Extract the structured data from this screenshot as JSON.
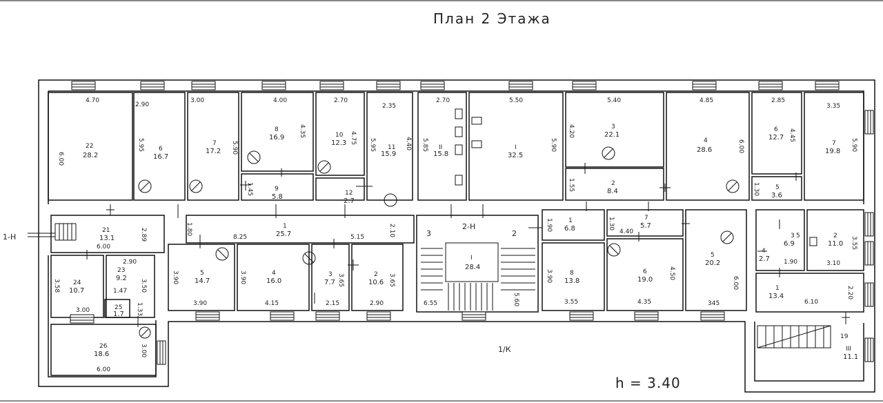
{
  "title": "План 2 Этажа",
  "height_label": "h = 3.40",
  "exits": {
    "left": "1-Н",
    "corridor": "1/К",
    "stair_left_mark": "3",
    "stair_right_mark": "2",
    "stair_top_mark": "2-Н"
  },
  "rooms": {
    "r22": {
      "num": "22",
      "area": "28.2",
      "dim_top": "4.70",
      "dim_side": "6.00"
    },
    "r6a": {
      "num": "6",
      "area": "16.7",
      "dim_top": "2.90",
      "dim_side": "5.95"
    },
    "r7a": {
      "num": "7",
      "area": "17.2",
      "dim_top": "3.00",
      "dim_side": "5.90"
    },
    "r8a": {
      "num": "8",
      "area": "16.9",
      "dim_top": "4.00",
      "dim_side": "4.35"
    },
    "r10a": {
      "num": "10",
      "area": "12.3",
      "dim_top": "2.70",
      "dim_side": "4.75"
    },
    "r11a": {
      "num": "11",
      "area": "15.9",
      "dim_top": "2.35",
      "dim_side": "5.95",
      "dim_side2": "4.40"
    },
    "r9a": {
      "num": "9",
      "area": "5.8",
      "dim_side": "1.45"
    },
    "r12": {
      "num": "12",
      "area": "2.7"
    },
    "rII": {
      "num": "II",
      "area": "15.8",
      "dim_top": "2.70",
      "dim_side": "5.85"
    },
    "rI": {
      "num": "I",
      "area": "32.5",
      "dim_top": "5.50",
      "dim_side": "5.90"
    },
    "r3b": {
      "num": "3",
      "area": "22.1",
      "dim_top": "5.40",
      "dim_side": "4.20"
    },
    "r2b": {
      "num": "2",
      "area": "8.4",
      "dim_side": "1.55"
    },
    "r4b": {
      "num": "4",
      "area": "28.6",
      "dim_top": "4.85",
      "dim_side": "6.00"
    },
    "r6b": {
      "num": "6",
      "area": "12.7",
      "dim_top": "2.85",
      "dim_side": "4.45"
    },
    "r5b": {
      "num": "5",
      "area": "3.6",
      "dim_side": "1.30"
    },
    "r7b": {
      "num": "7",
      "area": "19.8",
      "dim_top": "3.35",
      "dim_side": "5.90"
    },
    "r21": {
      "num": "21",
      "area": "13.1",
      "dim_bottom": "6.00",
      "dim_side": "2.89"
    },
    "corr1": {
      "num": "1",
      "area": "25.7",
      "dim_left": "1.80",
      "dim_a": "8.25",
      "dim_b": "5.15",
      "dim_side": "2.10"
    },
    "stairI": {
      "num": "I",
      "area": "28.4",
      "dim_left": "6.55",
      "dim_right": "5.60"
    },
    "r1c": {
      "num": "1",
      "area": "6.8",
      "dim_side": "1.90"
    },
    "r7c": {
      "num": "7",
      "area": "5.7",
      "dim_side": "1.30",
      "dim_bottom": "4.40"
    },
    "r5c": {
      "num": "5",
      "area": "20.2",
      "dim_side": "6.00",
      "dim_bottom": "345"
    },
    "r23": {
      "num": "23",
      "area": "9.2",
      "dim_top": "2.90",
      "dim_side": "3.50",
      "dim_bottom": "1.47"
    },
    "r24": {
      "num": "24",
      "area": "10.7",
      "dim_side": "3.58",
      "dim_bottom": "3.00"
    },
    "r25": {
      "num": "25",
      "area": "1.7",
      "dim_side": "1.33"
    },
    "r26": {
      "num": "26",
      "area": "18.6",
      "dim_side": "3.00",
      "dim_bottom": "6.00"
    },
    "r5d": {
      "num": "5",
      "area": "14.7",
      "dim_side": "3.90",
      "dim_bottom": "3.90"
    },
    "r4d": {
      "num": "4",
      "area": "16.0",
      "dim_side": "3.90",
      "dim_bottom": "4.15"
    },
    "r3d": {
      "num": "3",
      "area": "7.7",
      "dim_side": "3.65",
      "dim_bottom": "2.15"
    },
    "r2d": {
      "num": "2",
      "area": "10.6",
      "dim_side": "3.65",
      "dim_bottom": "2.90"
    },
    "r8d": {
      "num": "8",
      "area": "13.8",
      "dim_side": "3.90",
      "dim_bottom": "3.55"
    },
    "r6d": {
      "num": "6",
      "area": "19.0",
      "dim_side": "4.50",
      "dim_bottom": "4.35"
    },
    "r3e": {
      "num": "3",
      "area": "6.9",
      "extra": "5"
    },
    "r4e": {
      "num": "4",
      "area": "2.7"
    },
    "r2e": {
      "num": "2",
      "area": "11.0",
      "dim_side": "3.55",
      "dim_bottom": "3.10",
      "dim_left": "1.90"
    },
    "r1e": {
      "num": "1",
      "area": "13.4",
      "dim_bottom": "6.10",
      "dim_side": "2.20"
    },
    "r19": {
      "num": "19"
    },
    "rIII": {
      "num": "III",
      "area": "11.1"
    }
  }
}
